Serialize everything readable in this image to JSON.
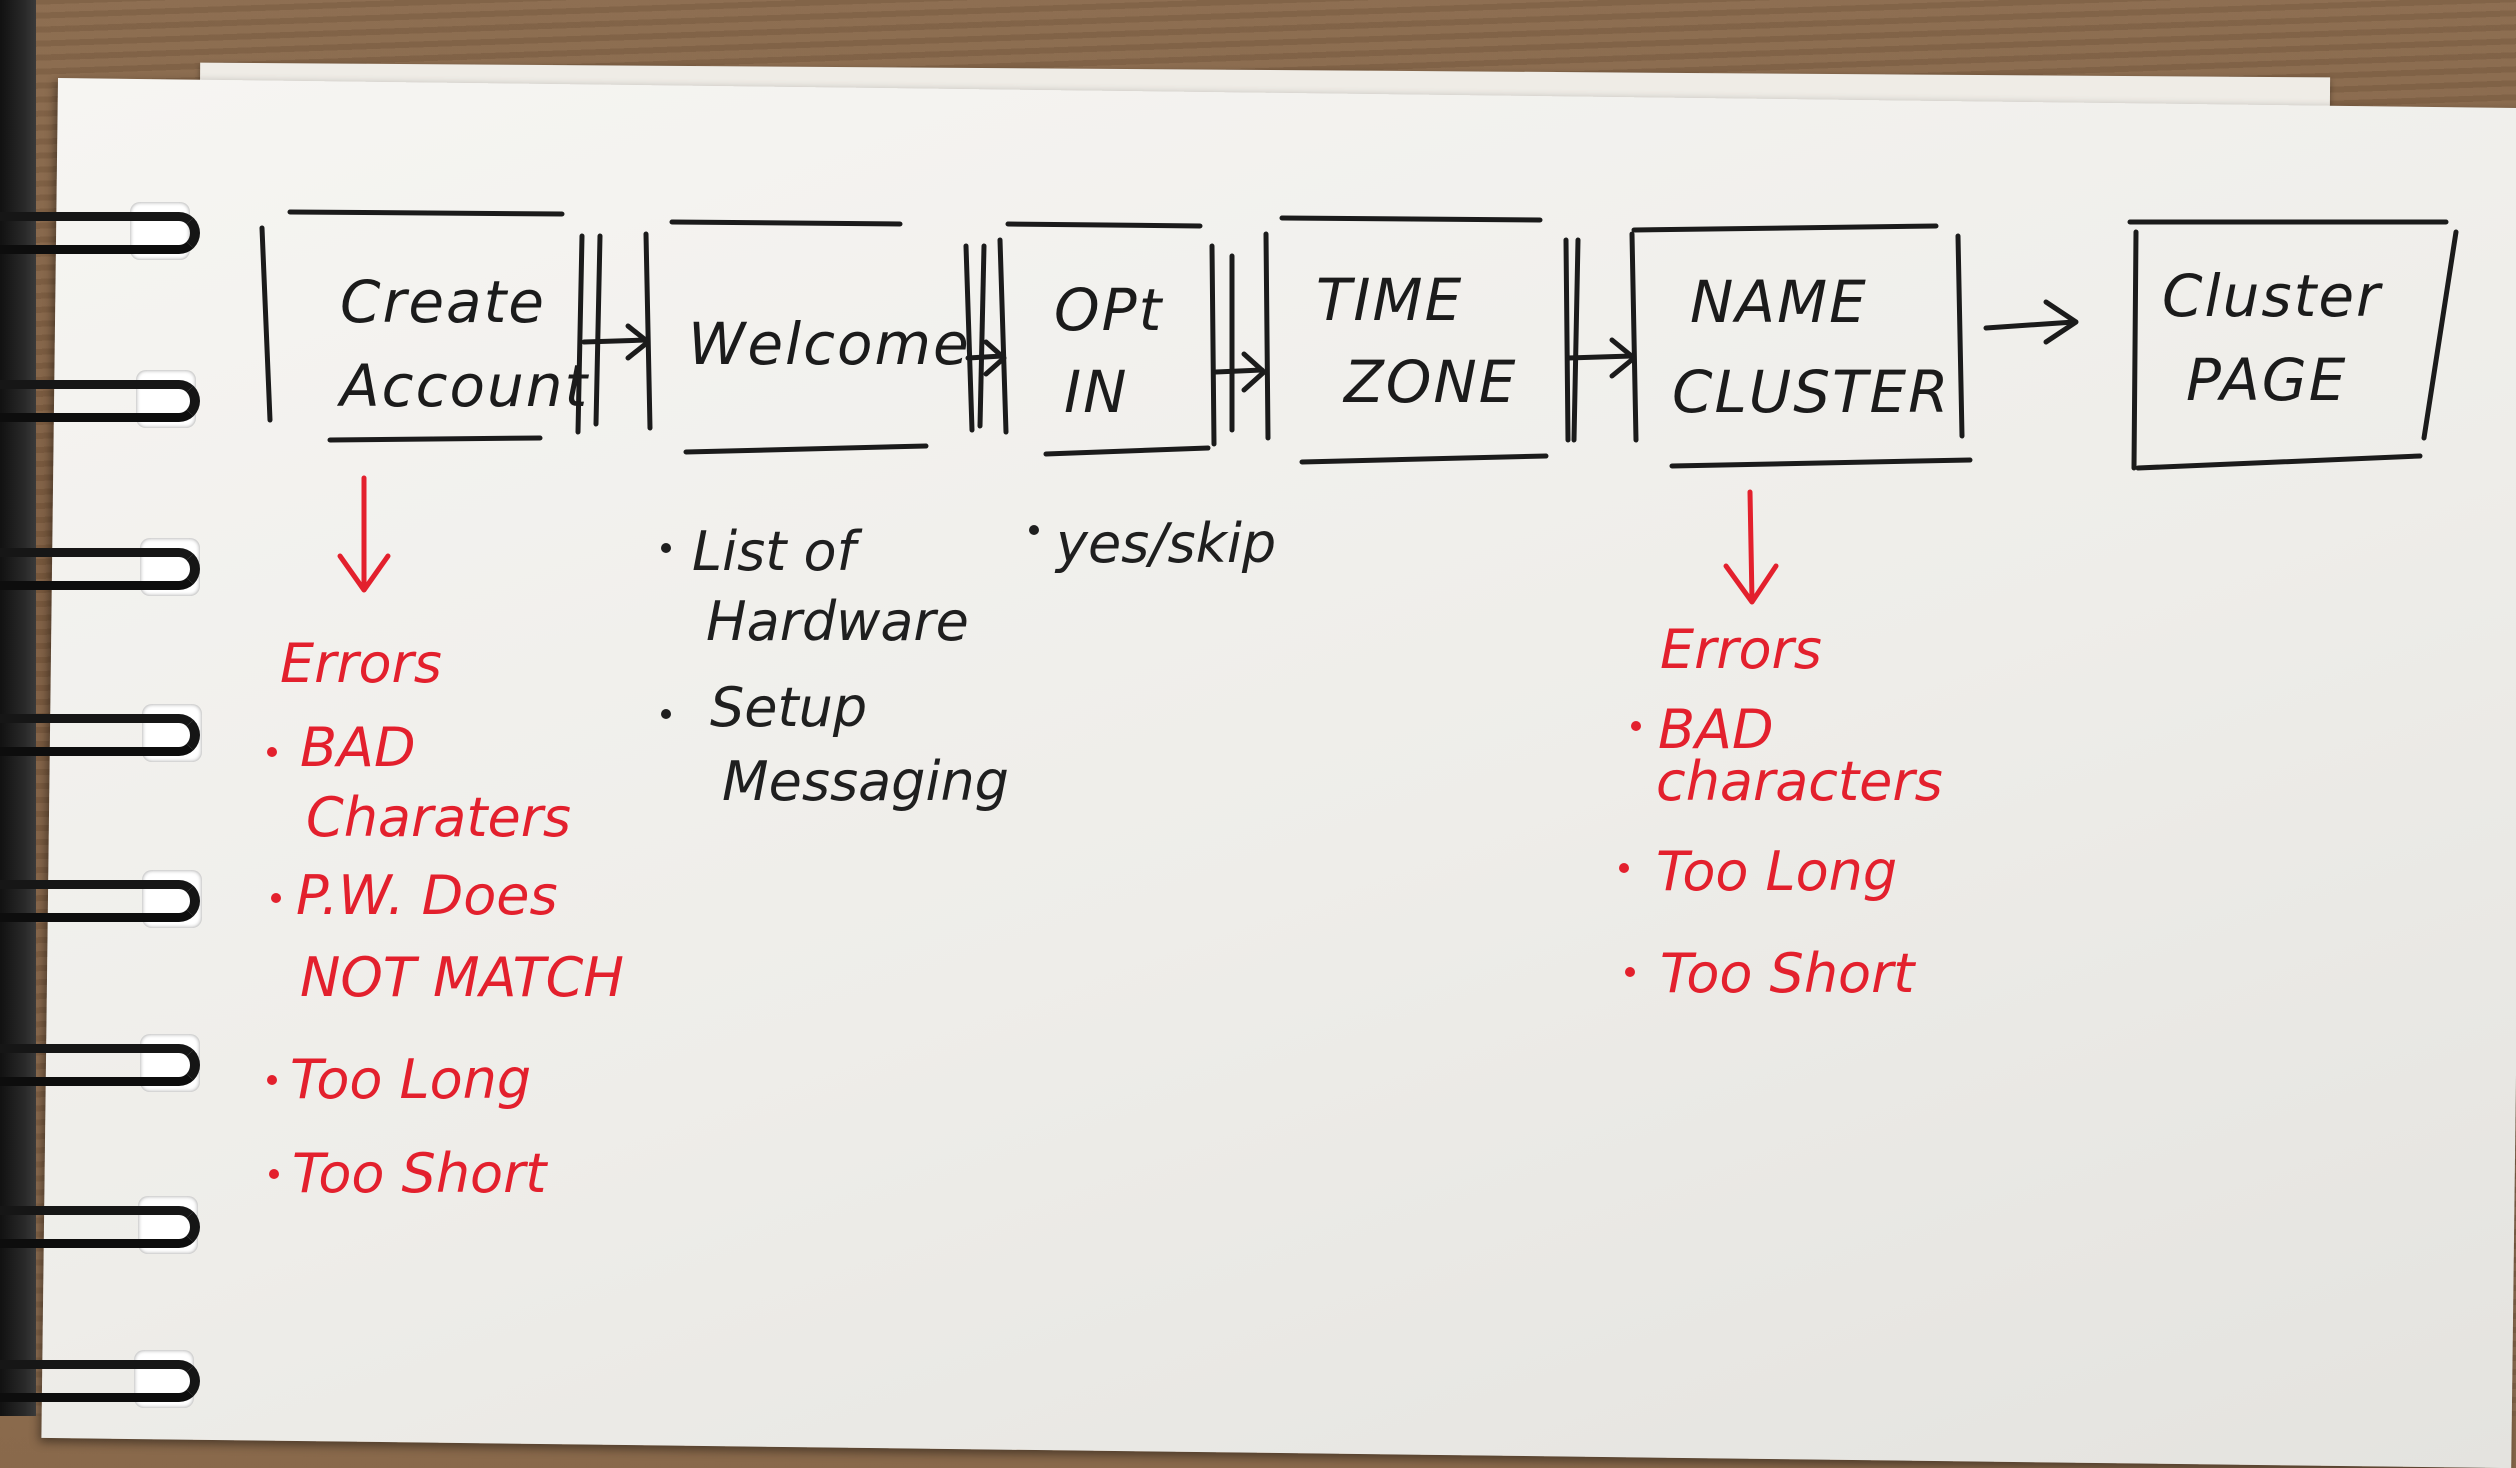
{
  "steps": [
    {
      "label_lines": [
        "Create",
        "Account"
      ]
    },
    {
      "label_lines": [
        "Welcome"
      ]
    },
    {
      "label_lines": [
        "OPt",
        "IN"
      ]
    },
    {
      "label_lines": [
        "TIME",
        "ZONE"
      ]
    },
    {
      "label_lines": [
        "NAME",
        "CLUSTER"
      ]
    },
    {
      "label_lines": [
        "Cluster",
        "PAGE"
      ]
    }
  ],
  "notes": {
    "welcome": {
      "bullet1": [
        "List of",
        "Hardware"
      ],
      "bullet2": [
        "Setup",
        "Messaging"
      ]
    },
    "opt_in": {
      "bullet1": "yes/skip"
    },
    "create_account_errors": {
      "heading": "Errors",
      "items": [
        [
          "BAD",
          "Charaters"
        ],
        [
          "P.W. Does",
          "NOT MATCH"
        ],
        [
          "Too Long"
        ],
        [
          "Too Short"
        ]
      ]
    },
    "name_cluster_errors": {
      "heading": "Errors",
      "items": [
        [
          "BAD",
          "characters"
        ],
        [
          "Too Long"
        ],
        [
          "Too Short"
        ]
      ]
    }
  },
  "colors": {
    "ink_black": "#1b1b1b",
    "ink_red": "#e3202d",
    "paper": "#f3f2ee"
  }
}
